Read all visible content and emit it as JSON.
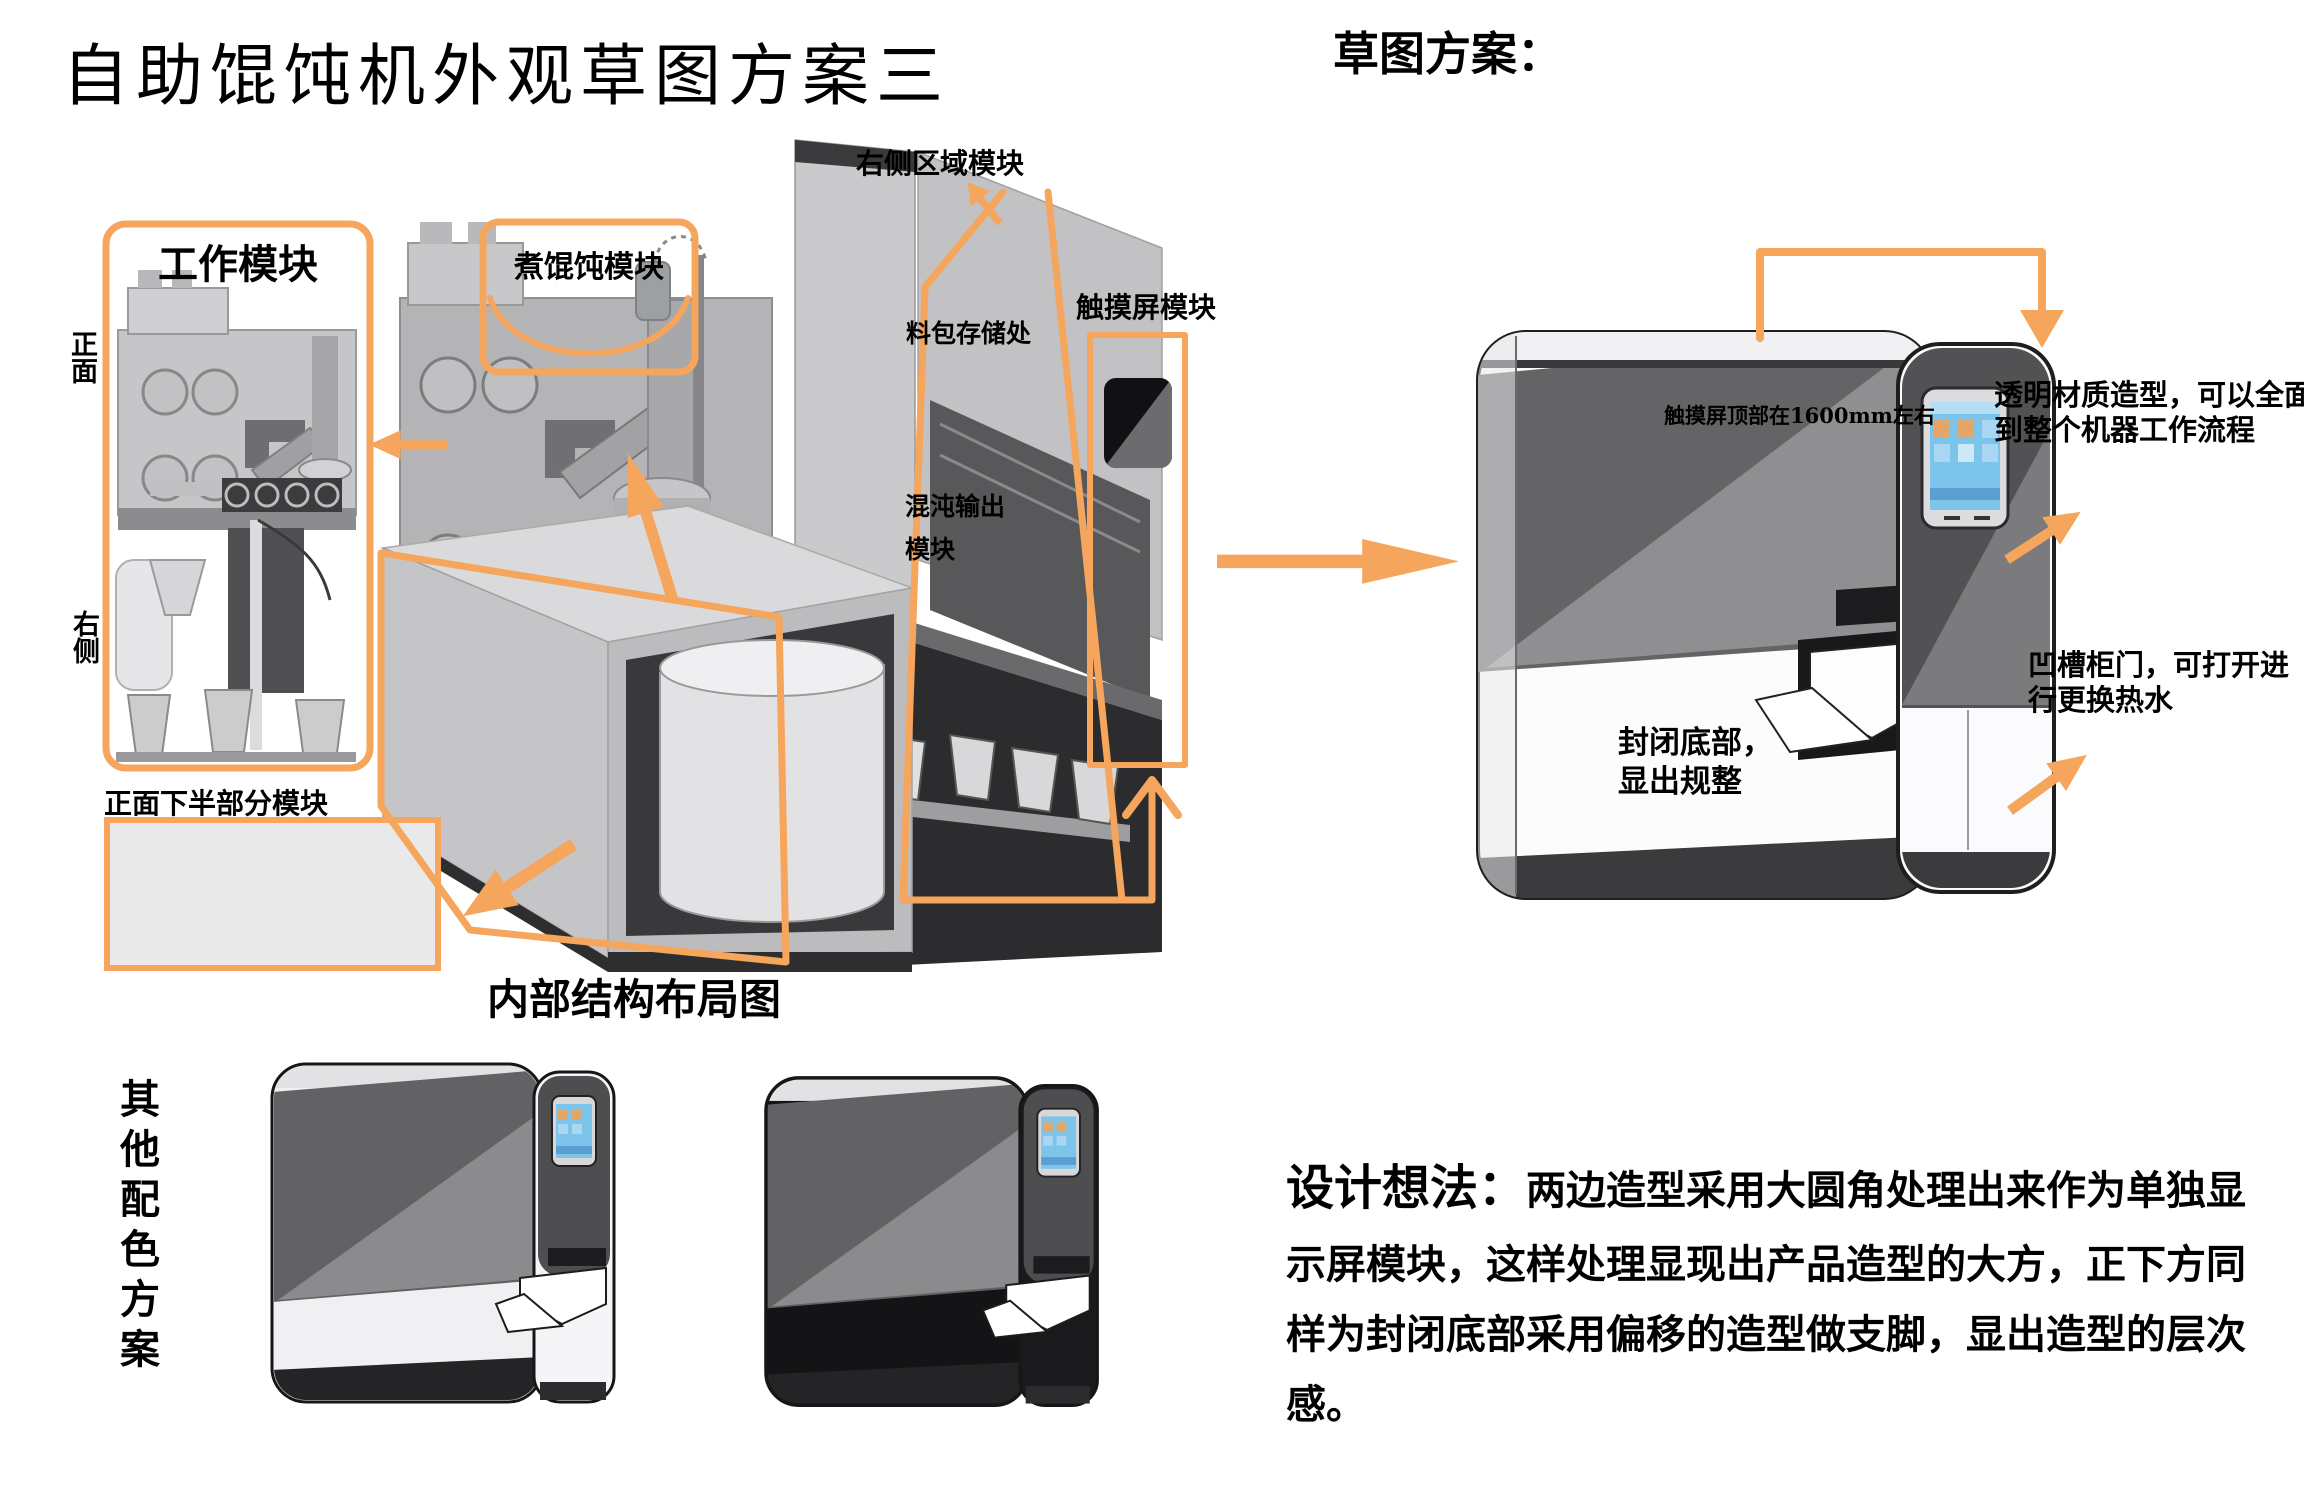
{
  "page": {
    "title": "自助馄饨机外观草图方案三",
    "sketch_heading": "草图方案："
  },
  "module_labels": {
    "work": "工作模块",
    "boil": "煮馄饨模块",
    "right_area": "右侧区域模块",
    "touch": "触摸屏模块",
    "front_lower": "正面下半部分模块",
    "pack_storage": "料包存储处",
    "wonton_output_line1": "混沌输出",
    "wonton_output_line2": "模块"
  },
  "view_labels": {
    "front": "正面",
    "right_side": "右侧"
  },
  "captions": {
    "internal_layout": "内部结构布局图",
    "other_colors": "其他配色方案"
  },
  "sketch_annotations": {
    "screen_height": "触摸屏顶部在1600mm左右",
    "closed_bottom_line1": "封闭底部，",
    "closed_bottom_line2": "显出规整",
    "transparent": "透明材质造型，可以全面看到整个机器工作流程",
    "groove_door": "凹槽柜门，可打开进行更换热水"
  },
  "design_note": {
    "heading": "设计想法：",
    "body": "两边造型采用大圆角处理出来作为单独显示屏模块，这样处理显现出产品造型的大方，正下方同样为封闭底部采用偏移的造型做支脚，显出造型的层次感。"
  },
  "colors": {
    "accent": "#F5A55C",
    "machine-dark": "#646466",
    "machine-highlight": "#8F8F91",
    "variant-white": "#F0F0F2",
    "variant-black": "#141416",
    "screen-blue": "#7CC4EA"
  }
}
